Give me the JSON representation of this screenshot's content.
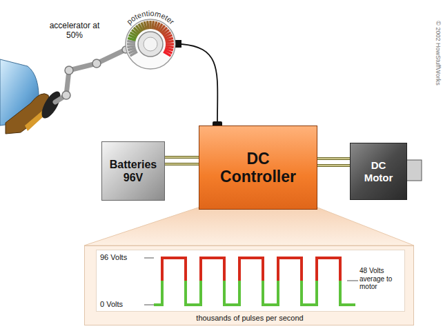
{
  "diagram": {
    "nodes": [
      {
        "text": [
          "potentiometer"
        ]
      },
      {
        "text": [
          "Batteries 96V"
        ]
      },
      {
        "text": [
          "DC Controller"
        ]
      },
      {
        "text": [
          "DC Motor"
        ]
      },
      {
        "text": [
          "96 Volts",
          "0 Volts",
          "48 Volts average to motor",
          "thousands of pulses per second"
        ]
      }
    ],
    "edges": [
      {
        "from": 0,
        "to": 2,
        "arrow": "none"
      },
      {
        "from": 1,
        "to": 2,
        "arrow": "none"
      },
      {
        "from": 2,
        "to": 3,
        "arrow": "none"
      }
    ],
    "labels": [
      "accelerator at 50%",
      "© 2002 HowStuffWorks"
    ]
  }
}
